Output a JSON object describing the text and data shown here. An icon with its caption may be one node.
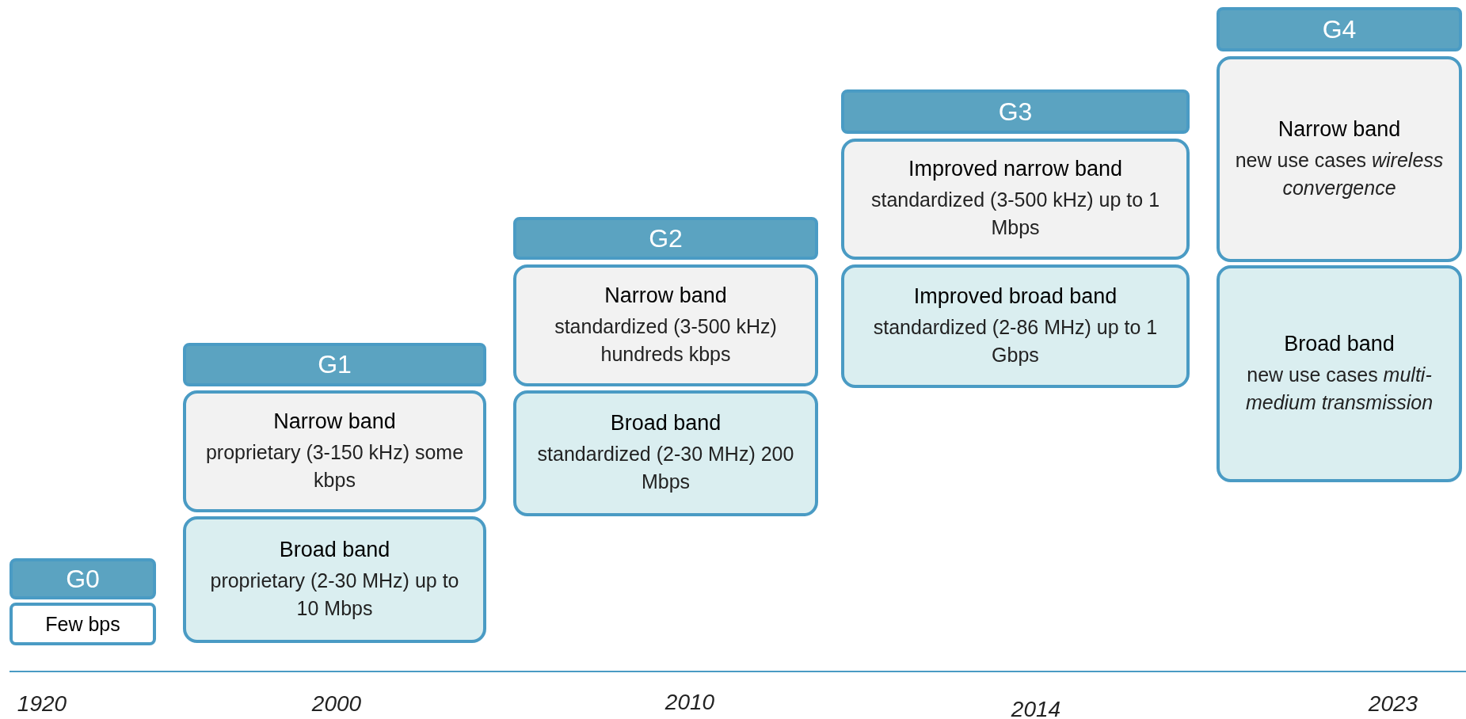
{
  "diagram": {
    "nodes": [
      {
        "text": [
          "G0"
        ]
      },
      {
        "text": [
          "Few bps"
        ]
      },
      {
        "text": [
          "G1"
        ]
      },
      {
        "text": [
          "Narrow band",
          "proprietary (3-150 kHz) some kbps"
        ]
      },
      {
        "text": [
          "Broad band",
          "proprietary (2-30 MHz) up to 10 Mbps"
        ]
      },
      {
        "text": [
          "G2"
        ]
      },
      {
        "text": [
          "Narrow band",
          "standardized (3-500 kHz) hundreds kbps"
        ]
      },
      {
        "text": [
          "Broad band",
          "standardized (2-30 MHz) 200 Mbps"
        ]
      },
      {
        "text": [
          "G3"
        ]
      },
      {
        "text": [
          "Improved narrow band",
          "standardized (3-500 kHz) up to 1 Mbps"
        ]
      },
      {
        "text": [
          "Improved broad band",
          "standardized (2-86 MHz) up to 1 Gbps"
        ]
      },
      {
        "text": [
          "G4"
        ]
      },
      {
        "text": [
          "Narrow band",
          "new use cases *wireless convergence*"
        ]
      },
      {
        "text": [
          "Broad band",
          "new use cases *multi-medium transmission*"
        ]
      }
    ],
    "edges": [],
    "labels": [
      "1920",
      "2000",
      "2010",
      "2014",
      "2023"
    ]
  }
}
